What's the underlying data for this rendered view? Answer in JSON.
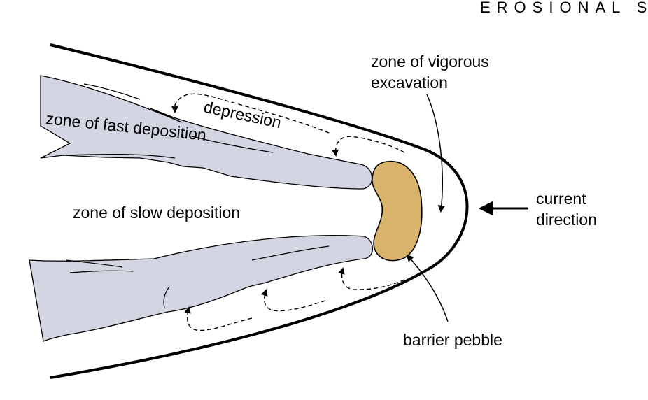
{
  "header": {
    "partial_title": "EROSIONAL S"
  },
  "labels": {
    "zone_fast_deposition": "zone of fast deposition",
    "depression": "depression",
    "zone_slow_deposition": "zone of slow deposition",
    "zone_vigorous_excavation_line1": "zone of vigorous",
    "zone_vigorous_excavation_line2": "excavation",
    "current_direction_line1": "current",
    "current_direction_line2": "direction",
    "barrier_pebble": "barrier pebble"
  },
  "colors": {
    "outline": "#000000",
    "deposit_fill": "#d3d6e2",
    "pebble_fill": "#d9b36b",
    "background": "#ffffff"
  }
}
